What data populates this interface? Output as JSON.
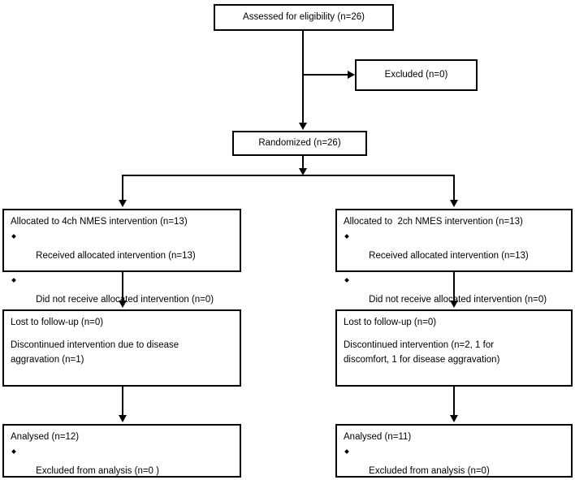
{
  "diagram": {
    "type": "consort-flow-diagram",
    "colors": {
      "stroke": "#000000",
      "background": "#ffffff",
      "text": "#000000"
    },
    "nodes": {
      "assessed": {
        "label": "Assessed for eligibility (n=26)"
      },
      "excluded": {
        "label": "Excluded (n=0)"
      },
      "randomized": {
        "label": "Randomized (n=26)"
      },
      "alloc_left": {
        "title": "Allocated to 4ch NMES intervention (n=13)",
        "bullets": [
          "Received allocated intervention (n=13)",
          "Did not receive allocated intervention (n=0)"
        ]
      },
      "alloc_right": {
        "title": "Allocated to  2ch NMES intervention (n=13)",
        "bullets": [
          "Received allocated intervention (n=13)",
          "Did not receive allocated intervention (n=0)"
        ]
      },
      "followup_left": {
        "line1": "Lost to follow-up (n=0)",
        "line2": "Discontinued intervention due to disease",
        "line3": "aggravation (n=1)"
      },
      "followup_right": {
        "line1": "Lost to follow-up (n=0)",
        "line2": "Discontinued intervention (n=2, 1 for",
        "line3": "discomfort, 1 for disease aggravation)"
      },
      "analysed_left": {
        "title": "Analysed (n=12)",
        "bullets": [
          "Excluded from analysis (n=0 )"
        ]
      },
      "analysed_right": {
        "title": "Analysed (n=11)",
        "bullets": [
          "Excluded from analysis (n=0)"
        ]
      }
    },
    "counts": {
      "assessed": 26,
      "excluded": 0,
      "randomized": 26,
      "allocated_4ch": 13,
      "allocated_2ch": 13,
      "received_4ch": 13,
      "received_2ch": 13,
      "not_received_4ch": 0,
      "not_received_2ch": 0,
      "lost_followup_4ch": 0,
      "lost_followup_2ch": 0,
      "discontinued_4ch": 1,
      "discontinued_2ch": 2,
      "analysed_4ch": 12,
      "analysed_2ch": 11,
      "excluded_analysis_4ch": 0,
      "excluded_analysis_2ch": 0
    }
  }
}
